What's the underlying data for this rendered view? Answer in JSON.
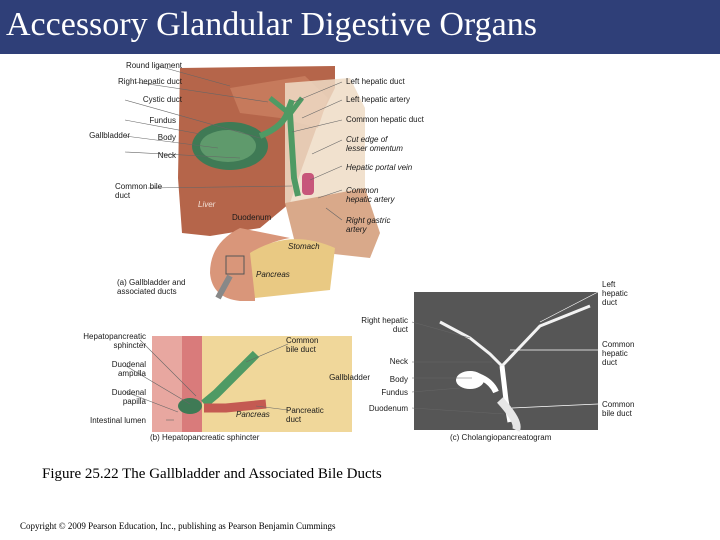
{
  "slide": {
    "title": "Accessory Glandular Digestive Organs",
    "caption": "Figure 25.22 The Gallbladder and Associated Bile Ducts",
    "copyright": "Copyright © 2009 Pearson Education, Inc., publishing as Pearson Benjamin Cummings"
  },
  "panel_a": {
    "left_labels": {
      "round_ligament": "Round ligament",
      "right_hepatic_duct": "Right hepatic duct",
      "cystic_duct": "Cystic duct",
      "fundus": "Fundus",
      "gallbladder": "Gallbladder",
      "body": "Body",
      "neck": "Neck",
      "common_bile_duct": "Common bile\nduct"
    },
    "right_labels": {
      "left_hepatic_duct": "Left hepatic duct",
      "left_hepatic_artery": "Left hepatic artery",
      "common_hepatic_duct": "Common hepatic duct",
      "cut_edge": "Cut edge of\nlesser omentum",
      "hepatic_portal_vein": "Hepatic portal vein",
      "common_hepatic_artery": "Common\nhepatic artery",
      "right_gastric_artery": "Right gastric\nartery"
    },
    "inner_labels": {
      "liver": "Liver",
      "duodenum": "Duodenum",
      "stomach": "Stomach",
      "pancreas": "Pancreas"
    },
    "caption": "(a) Gallbladder and\nassociated ducts"
  },
  "panel_b": {
    "left_labels": {
      "hepatopancreatic_sphincter": "Hepatopancreatic\nsphincter",
      "duodenal_ampulla": "Duodenal\nampulla",
      "duodenal_papilla": "Duodenal\npapilla",
      "intestinal_lumen": "Intestinal lumen"
    },
    "right_labels": {
      "common_bile_duct": "Common\nbile duct",
      "pancreatic_duct": "Pancreatic\nduct"
    },
    "inner_labels": {
      "pancreas": "Pancreas"
    },
    "caption": "(b) Hepatopancreatic sphincter"
  },
  "panel_c": {
    "left_labels": {
      "right_hepatic_duct": "Right hepatic\nduct",
      "neck": "Neck",
      "gallbladder": "Gallbladder",
      "body": "Body",
      "fundus": "Fundus",
      "duodenum": "Duodenum"
    },
    "right_labels": {
      "left_hepatic_duct": "Left\nhepatic\nduct",
      "common_hepatic_duct": "Common\nhepatic\nduct",
      "common_bile_duct": "Common\nbile duct"
    },
    "caption": "(c) Cholangiopancreatogram"
  },
  "colors": {
    "title_bar": "#2f3f78",
    "liver": "#b5654a",
    "gallbladder": "#3f7a55",
    "duct_green": "#4f9a64",
    "pancreas": "#e9c983",
    "stomach": "#d9a98a",
    "xray_bg": "#4a4a4a"
  }
}
